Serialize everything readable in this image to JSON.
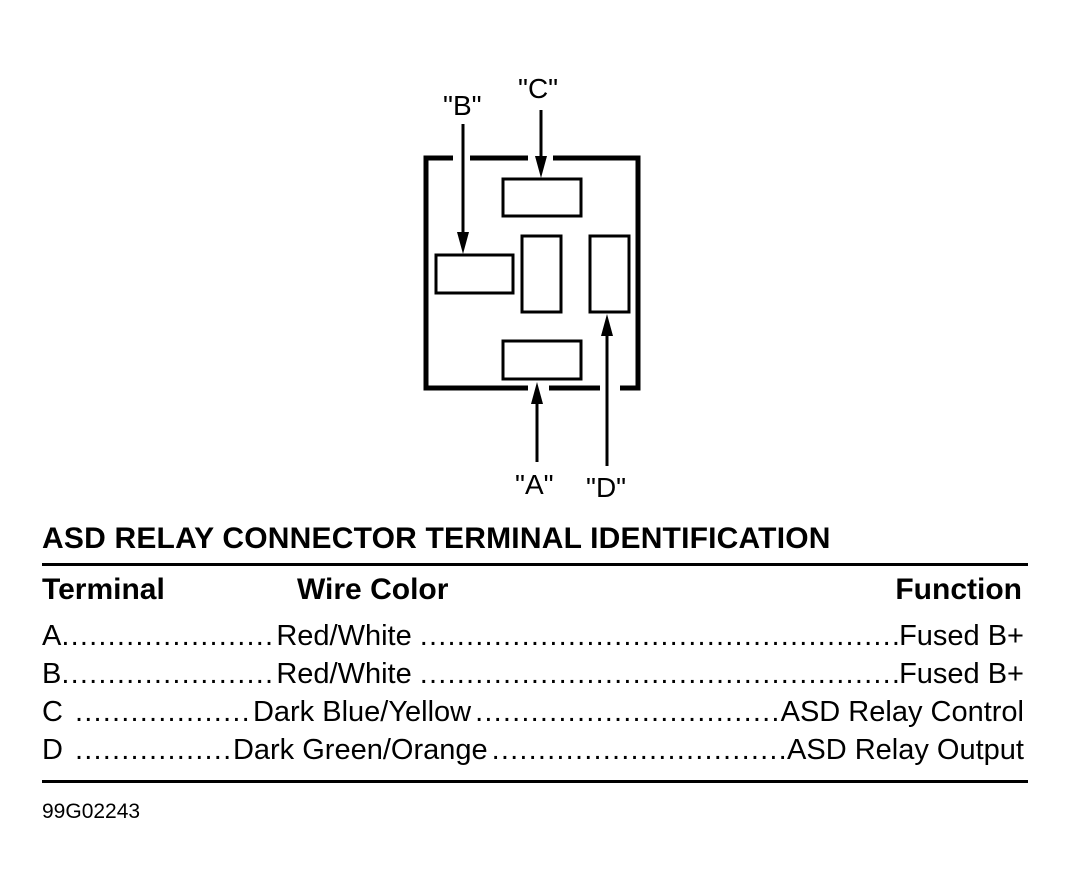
{
  "diagram": {
    "labels": {
      "A": "\"A\"",
      "B": "\"B\"",
      "C": "\"C\"",
      "D": "\"D\""
    }
  },
  "table": {
    "title": "ASD RELAY CONNECTOR TERMINAL IDENTIFICATION",
    "headers": {
      "terminal": "Terminal",
      "wire_color": "Wire Color",
      "function": "Function"
    },
    "rows": [
      {
        "terminal": "A",
        "wire_color": "Red/White",
        "function": "Fused B+"
      },
      {
        "terminal": "B",
        "wire_color": "Red/White",
        "function": "Fused B+"
      },
      {
        "terminal": "C",
        "wire_color": "Dark Blue/Yellow",
        "function": "ASD Relay Control"
      },
      {
        "terminal": "D",
        "wire_color": "Dark Green/Orange",
        "function": "ASD Relay Output"
      }
    ]
  },
  "figure_code": "99G02243",
  "colors": {
    "ink": "#000000",
    "background": "#ffffff"
  }
}
